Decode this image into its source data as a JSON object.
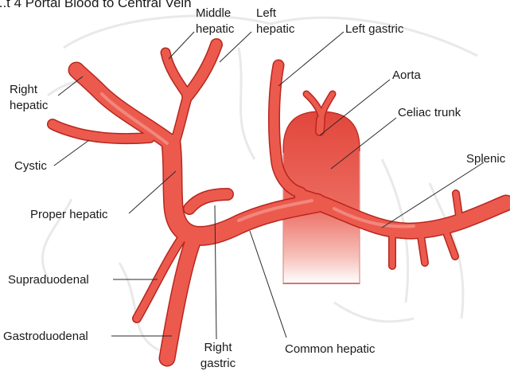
{
  "diagram": {
    "title_fragment": "...t 4 Portal Blood to Central Vein",
    "labels": {
      "middle_hepatic": [
        "Middle",
        "hepatic"
      ],
      "left_hepatic": [
        "Left",
        "hepatic"
      ],
      "left_gastric": "Left gastric",
      "right_hepatic": [
        "Right",
        "hepatic"
      ],
      "aorta": "Aorta",
      "celiac_trunk": "Celiac trunk",
      "cystic": "Cystic",
      "splenic": "Splenic",
      "proper_hepatic": "Proper hepatic",
      "supraduodenal": "Supraduodenal",
      "gastroduodenal": "Gastroduodenal",
      "right_gastric": [
        "Right",
        "gastric"
      ],
      "common_hepatic": "Common hepatic"
    },
    "colors": {
      "vessel": "#ec5a4e",
      "vessel_outline": "#b8261e",
      "aorta_top": "#e64a3f",
      "aorta_bottom": "#ffffff",
      "background_sketch": "#e6e6e6",
      "text": "#1a1a1a"
    }
  }
}
